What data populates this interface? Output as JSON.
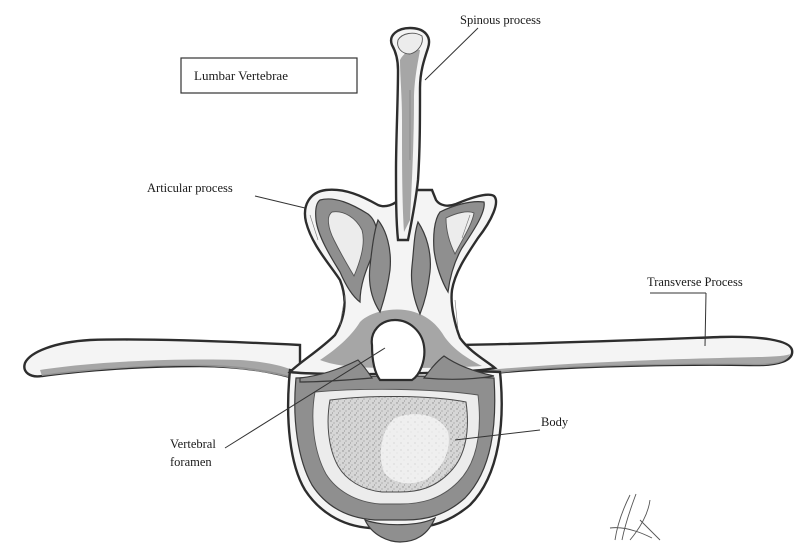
{
  "diagram": {
    "title": "Lumbar Vertebrae",
    "labels": {
      "spinous_process": "Spinous process",
      "articular_process": "Articular process",
      "transverse_process": "Transverse Process",
      "vertebral_foramen_line1": "Vertebral",
      "vertebral_foramen_line2": "foramen",
      "body": "Body"
    }
  },
  "colors": {
    "outline": "#2d2d2d",
    "bone_light": "#f4f4f4",
    "cortex_shade": "#8f8f8f",
    "cancellous": "#c4c4c4"
  }
}
